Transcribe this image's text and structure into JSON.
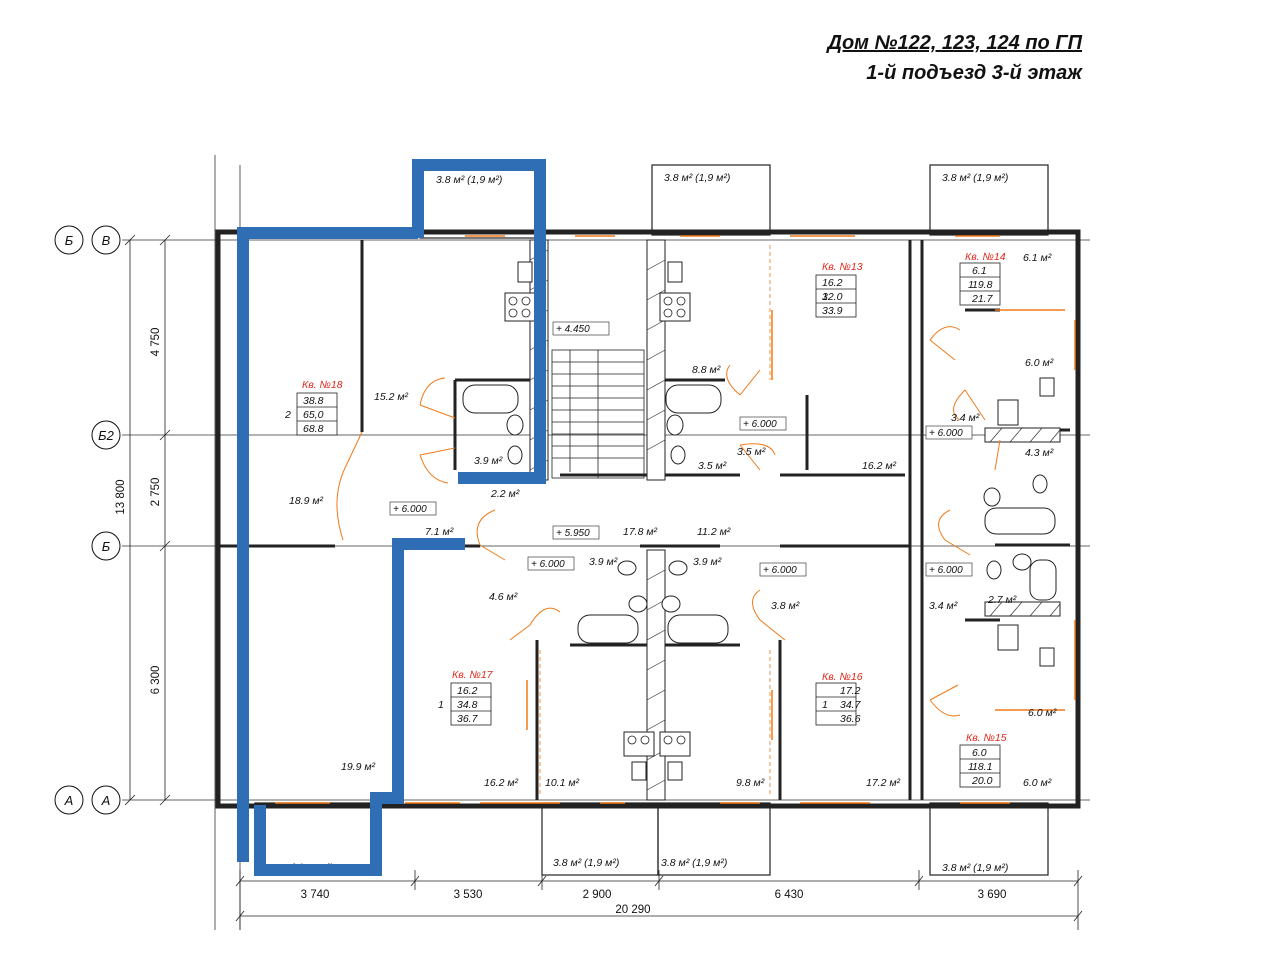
{
  "header": {
    "line1": "Дом №122, 123, 124 по ГП",
    "line2": "1-й подъезд 3-й этаж"
  },
  "colors": {
    "highlight": "#2f6db5",
    "door": "#f07a1a",
    "wall": "#222222",
    "apt_label": "#e0281c"
  },
  "axes": {
    "rows": [
      {
        "id": "v",
        "label": "В"
      },
      {
        "id": "b_top",
        "label": "Б"
      },
      {
        "id": "b2",
        "label": "Б2"
      },
      {
        "id": "b",
        "label": "Б"
      },
      {
        "id": "a_left",
        "label": "А"
      },
      {
        "id": "a",
        "label": "А"
      }
    ]
  },
  "dimensions": {
    "vertical": [
      "4 750",
      "2 750",
      "6 300",
      "13 800"
    ],
    "horizontal": [
      "3 740",
      "3 530",
      "2 900",
      "6 430",
      "3 690"
    ],
    "total": "20 290"
  },
  "apartments": [
    {
      "name": "Кв. №18",
      "rooms": "2",
      "areas": [
        "38.8",
        "65,0",
        "68.8"
      ]
    },
    {
      "name": "Кв. №13",
      "rooms": "1",
      "areas": [
        "16.2",
        "32.0",
        "33.9"
      ]
    },
    {
      "name": "Кв. №14",
      "rooms": "1",
      "areas": [
        "6.1",
        "19.8",
        "21.7"
      ]
    },
    {
      "name": "Кв. №17",
      "rooms": "1",
      "areas": [
        "16.2",
        "34.8",
        "36.7"
      ]
    },
    {
      "name": "Кв. №16",
      "rooms": "1",
      "areas": [
        "17.2",
        "34.7",
        "36.6"
      ]
    },
    {
      "name": "Кв. №15",
      "rooms": "1",
      "areas": [
        "6.0",
        "18.1",
        "20.0"
      ]
    }
  ],
  "balconies": [
    "3.8 м² (1,9 м²)",
    "3.8 м² (1,9 м²)",
    "3.8 м² (1,9 м²)",
    "3.8 м² (1,9 м²)",
    "3.8 м² (1,9 м²)",
    "3.8 м² (1,9 м²)",
    "3.8 м² (1,9 м²)"
  ],
  "rooms": [
    "6.1 м²",
    "15.2 м²",
    "8.8 м²",
    "6.0 м²",
    "3.4 м²",
    "3.9 м²",
    "3.5 м²",
    "3.5 м²",
    "16.2 м²",
    "4.3 м²",
    "18.9 м²",
    "2.2 м²",
    "7.1 м²",
    "17.8 м²",
    "11.2 м²",
    "3.9 м²",
    "3.9 м²",
    "4.6 м²",
    "3.8 м²",
    "3.4 м²",
    "2.7 м²",
    "6.0 м²",
    "19.9 м²",
    "16.2 м²",
    "10.1 м²",
    "9.8 м²",
    "17.2 м²",
    "6.0 м²"
  ],
  "levels": [
    "+ 4.450",
    "+ 6.000",
    "+ 6.000",
    "+ 6.000",
    "+ 5.950",
    "+ 6.000",
    "+ 6.000",
    "+ 6.000"
  ]
}
